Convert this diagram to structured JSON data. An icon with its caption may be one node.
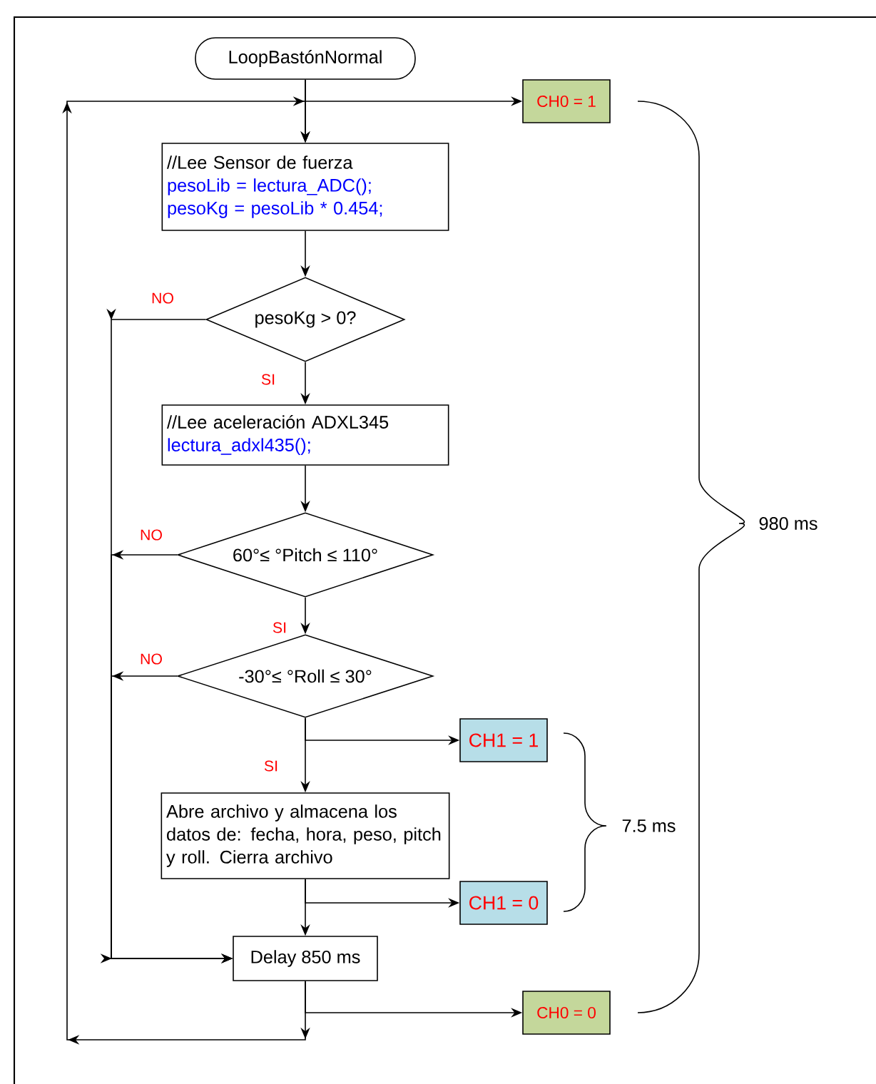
{
  "diagram": {
    "nodes": [
      {
        "text": [
          "LoopBastónNormal"
        ]
      },
      {
        "text": [
          "CH0 = 1"
        ]
      },
      {
        "text": [
          "//Lee Sensor de fuerza",
          "pesoLib = lectura_ADC();",
          "pesoKg = pesoLib * 0.454;"
        ]
      },
      {
        "text": [
          "pesoKg > 0?"
        ]
      },
      {
        "text": [
          "//Lee aceleración ADXL345",
          "lectura_adxl435();"
        ]
      },
      {
        "text": [
          "60°≤ °Pitch ≤ 110°"
        ]
      },
      {
        "text": [
          "-30°≤ °Roll ≤ 30°"
        ]
      },
      {
        "text": [
          "CH1 = 1"
        ]
      },
      {
        "text": [
          "Abre archivo y almacena los datos de: fecha, hora, peso, pitch y roll. Cierra archivo"
        ]
      },
      {
        "text": [
          "CH1 = 0"
        ]
      },
      {
        "text": [
          "Delay 850 ms"
        ]
      },
      {
        "text": [
          "CH0 = 0"
        ]
      }
    ],
    "edges": [
      {
        "from": 0,
        "to": 2,
        "arrow": "to"
      },
      {
        "from": 0,
        "to": 1,
        "arrow": "to"
      },
      {
        "from": 2,
        "to": 3,
        "arrow": "to"
      },
      {
        "from": 3,
        "to": 4,
        "arrow": "to",
        "label": "SI"
      },
      {
        "from": 3,
        "to": 10,
        "arrow": "to",
        "label": "NO"
      },
      {
        "from": 4,
        "to": 5,
        "arrow": "to"
      },
      {
        "from": 5,
        "to": 6,
        "arrow": "to",
        "label": "SI"
      },
      {
        "from": 5,
        "to": 10,
        "arrow": "to",
        "label": "NO"
      },
      {
        "from": 6,
        "to": 8,
        "arrow": "to",
        "label": "SI"
      },
      {
        "from": 6,
        "to": 10,
        "arrow": "to",
        "label": "NO"
      },
      {
        "from": 6,
        "to": 7,
        "arrow": "to"
      },
      {
        "from": 8,
        "to": 10,
        "arrow": "to"
      },
      {
        "from": 8,
        "to": 9,
        "arrow": "to"
      },
      {
        "from": 10,
        "to": 11,
        "arrow": "to"
      },
      {
        "from": 10,
        "to": 2,
        "arrow": "to"
      }
    ],
    "labels": [
      "980 ms",
      "7.5 ms"
    ]
  }
}
